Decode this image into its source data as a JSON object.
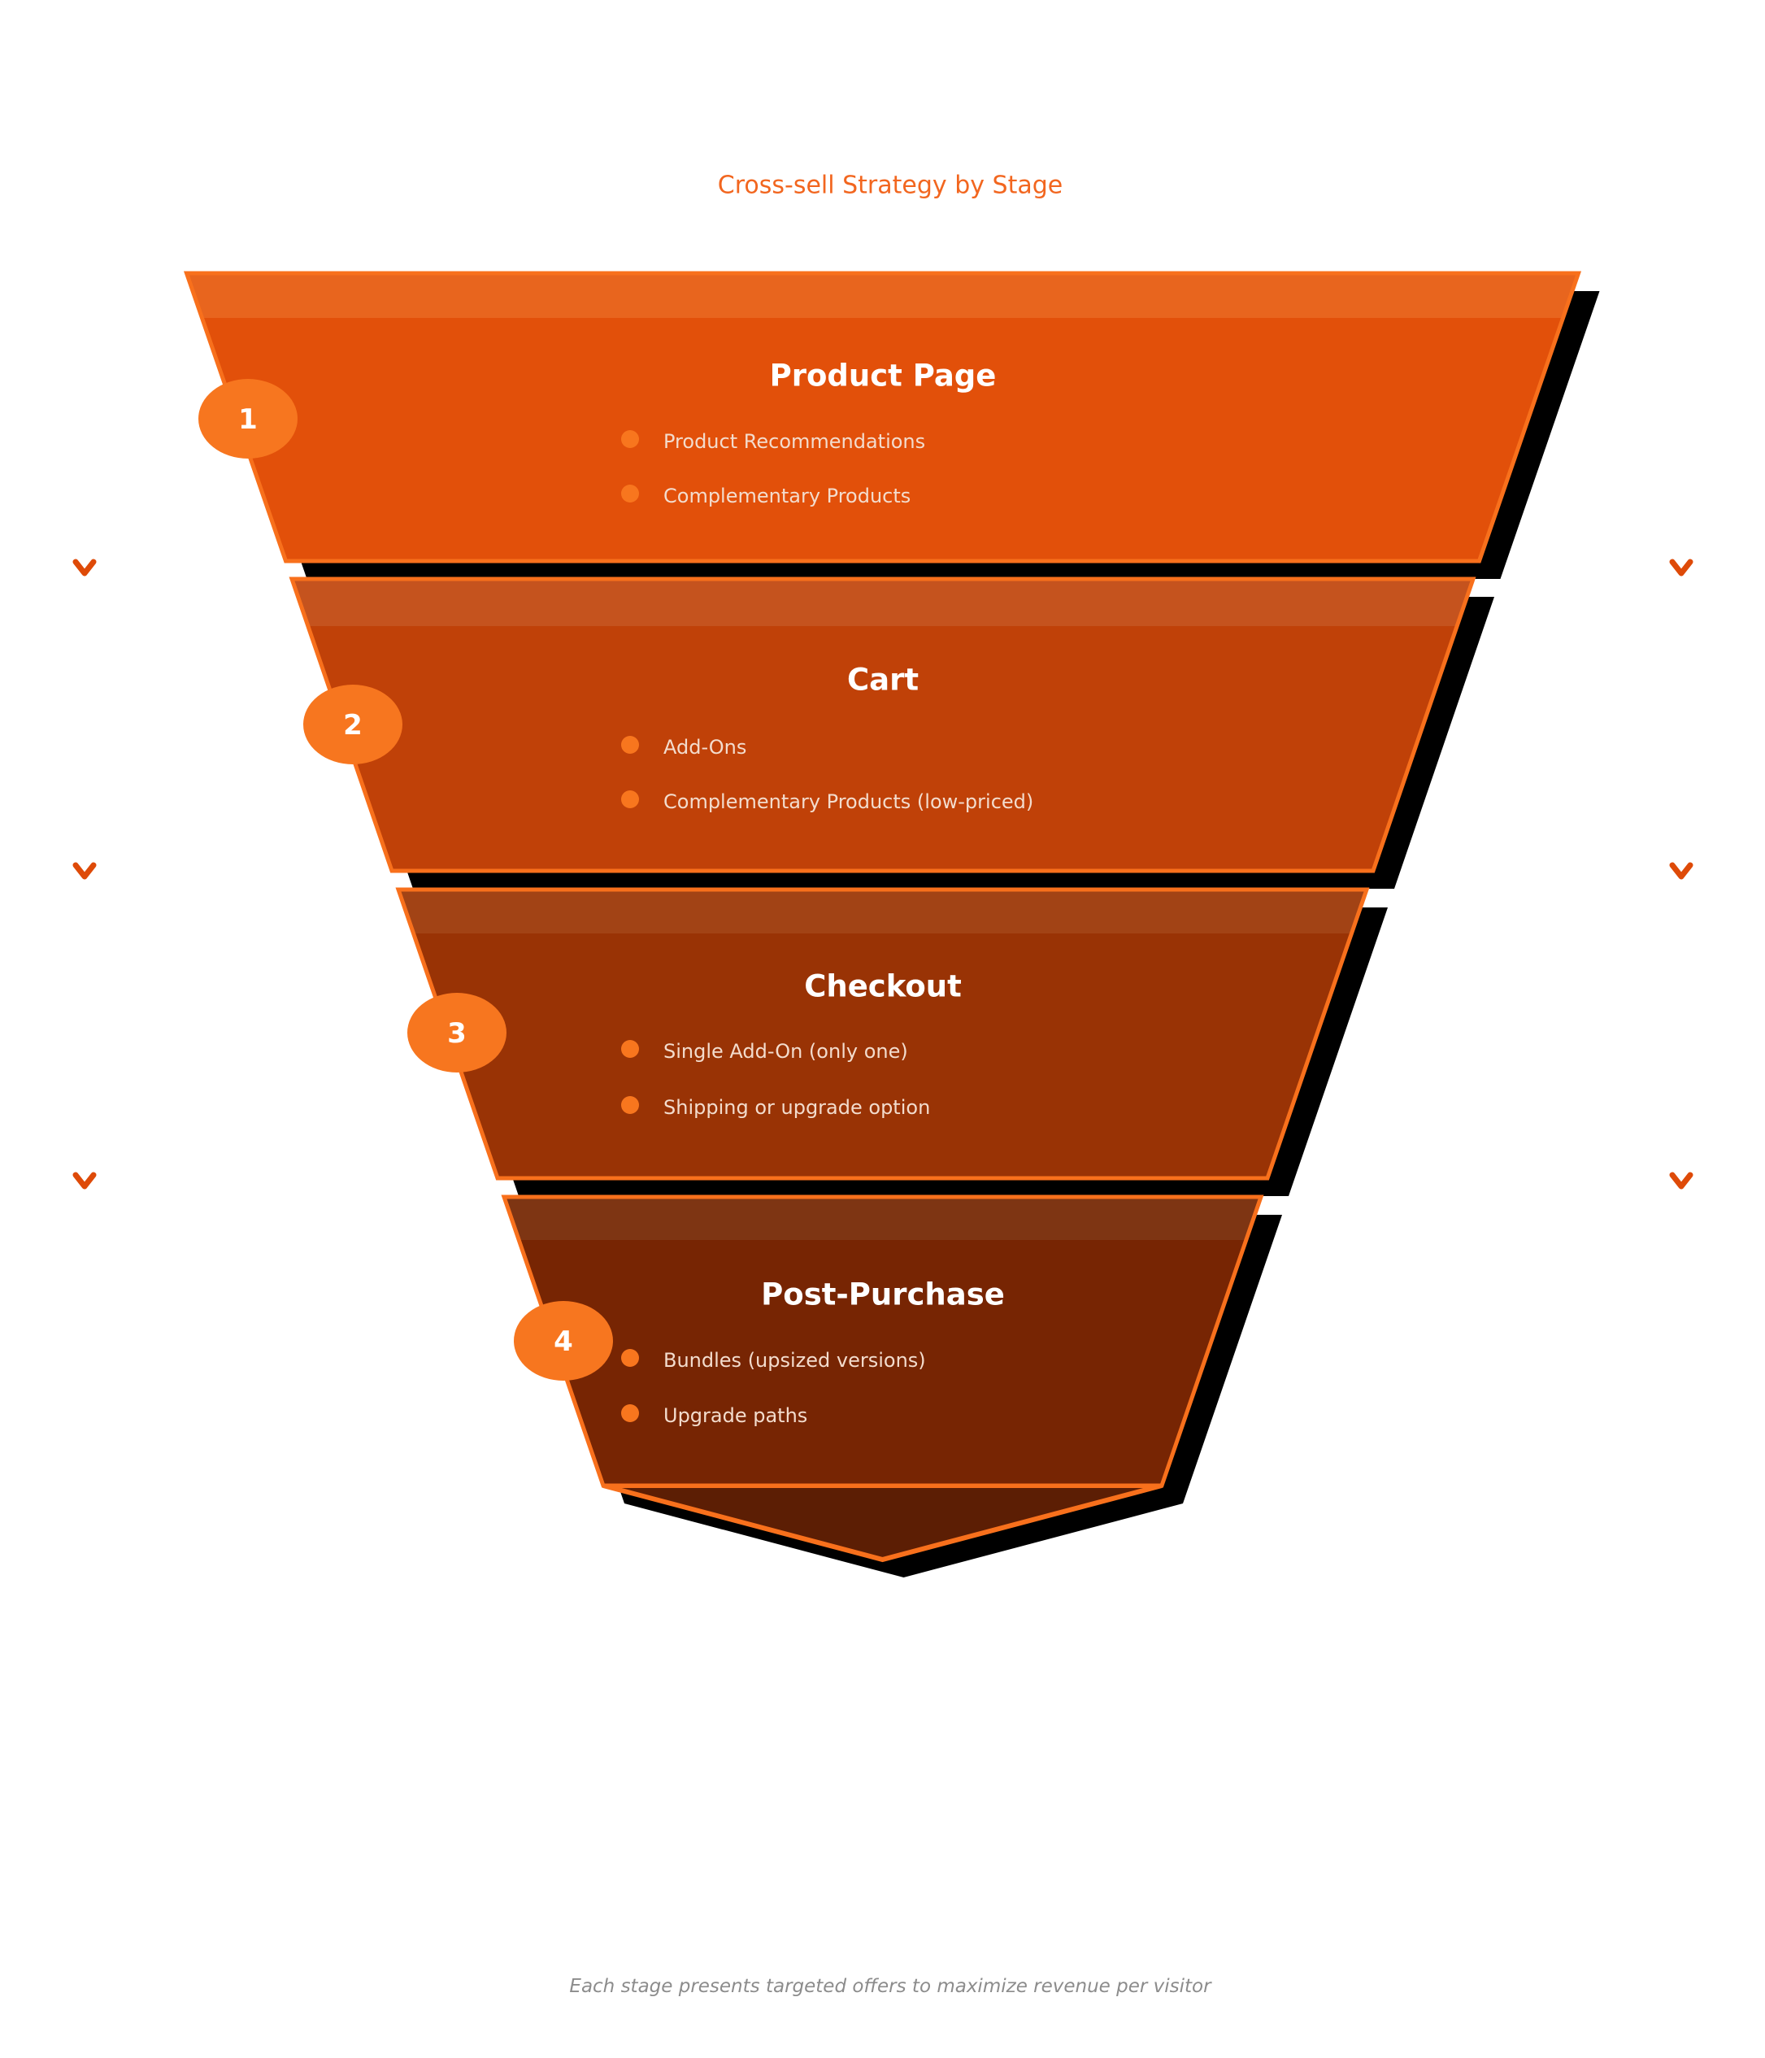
{
  "title": {
    "text": "Cross-sell Strategy by Stage",
    "color": "#F2661F"
  },
  "footer": {
    "text": "Each stage presents targeted offers to maximize revenue per visitor"
  },
  "stages": [
    {
      "number": "1",
      "name": "Product Page",
      "bullets": [
        "Product Recommendations",
        "Complementary Products"
      ],
      "fill": "#E2500A",
      "band": "#E8651E"
    },
    {
      "number": "2",
      "name": "Cart",
      "bullets": [
        "Add-Ons",
        "Complementary Products (low-priced)"
      ],
      "fill": "#C04108",
      "band": "#C5531E"
    },
    {
      "number": "3",
      "name": "Checkout",
      "bullets": [
        "Single Add-On (only one)",
        "Shipping or upgrade option"
      ],
      "fill": "#993305",
      "band": "#A24315"
    },
    {
      "number": "4",
      "name": "Post-Purchase",
      "bullets": [
        "Bundles (upsized versions)",
        "Upgrade paths"
      ],
      "fill": "#772503",
      "band": "#7E3513"
    }
  ],
  "colors": {
    "stroke": "#F8701C",
    "shadow": "#000000",
    "circle": "#F7761F",
    "dot": "#F8761E",
    "bullet_text": "#F3DCCD",
    "stage_title": "#FFFFFF",
    "tip": "#5C1E04",
    "chevron": "#DE4A08",
    "footer_text": "#8C8C8C"
  }
}
